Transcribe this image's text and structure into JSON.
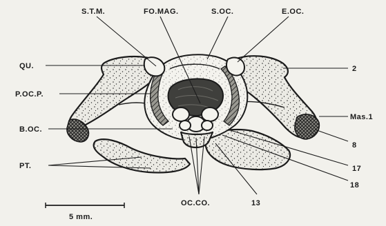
{
  "labels": {
    "stm": "S.T.M.",
    "fomag": "FO.MAG.",
    "soc": "S.OC.",
    "eoc": "E.OC.",
    "qu": "QU.",
    "pocp": "P.OC.P.",
    "boc": "B.OC.",
    "pt": "PT.",
    "n2": "2",
    "mas1": "Mas.1",
    "n8": "8",
    "n17": "17",
    "n18": "18",
    "n13": "13",
    "occo": "OC.CO."
  },
  "scale_bar": {
    "label": "5 mm."
  }
}
